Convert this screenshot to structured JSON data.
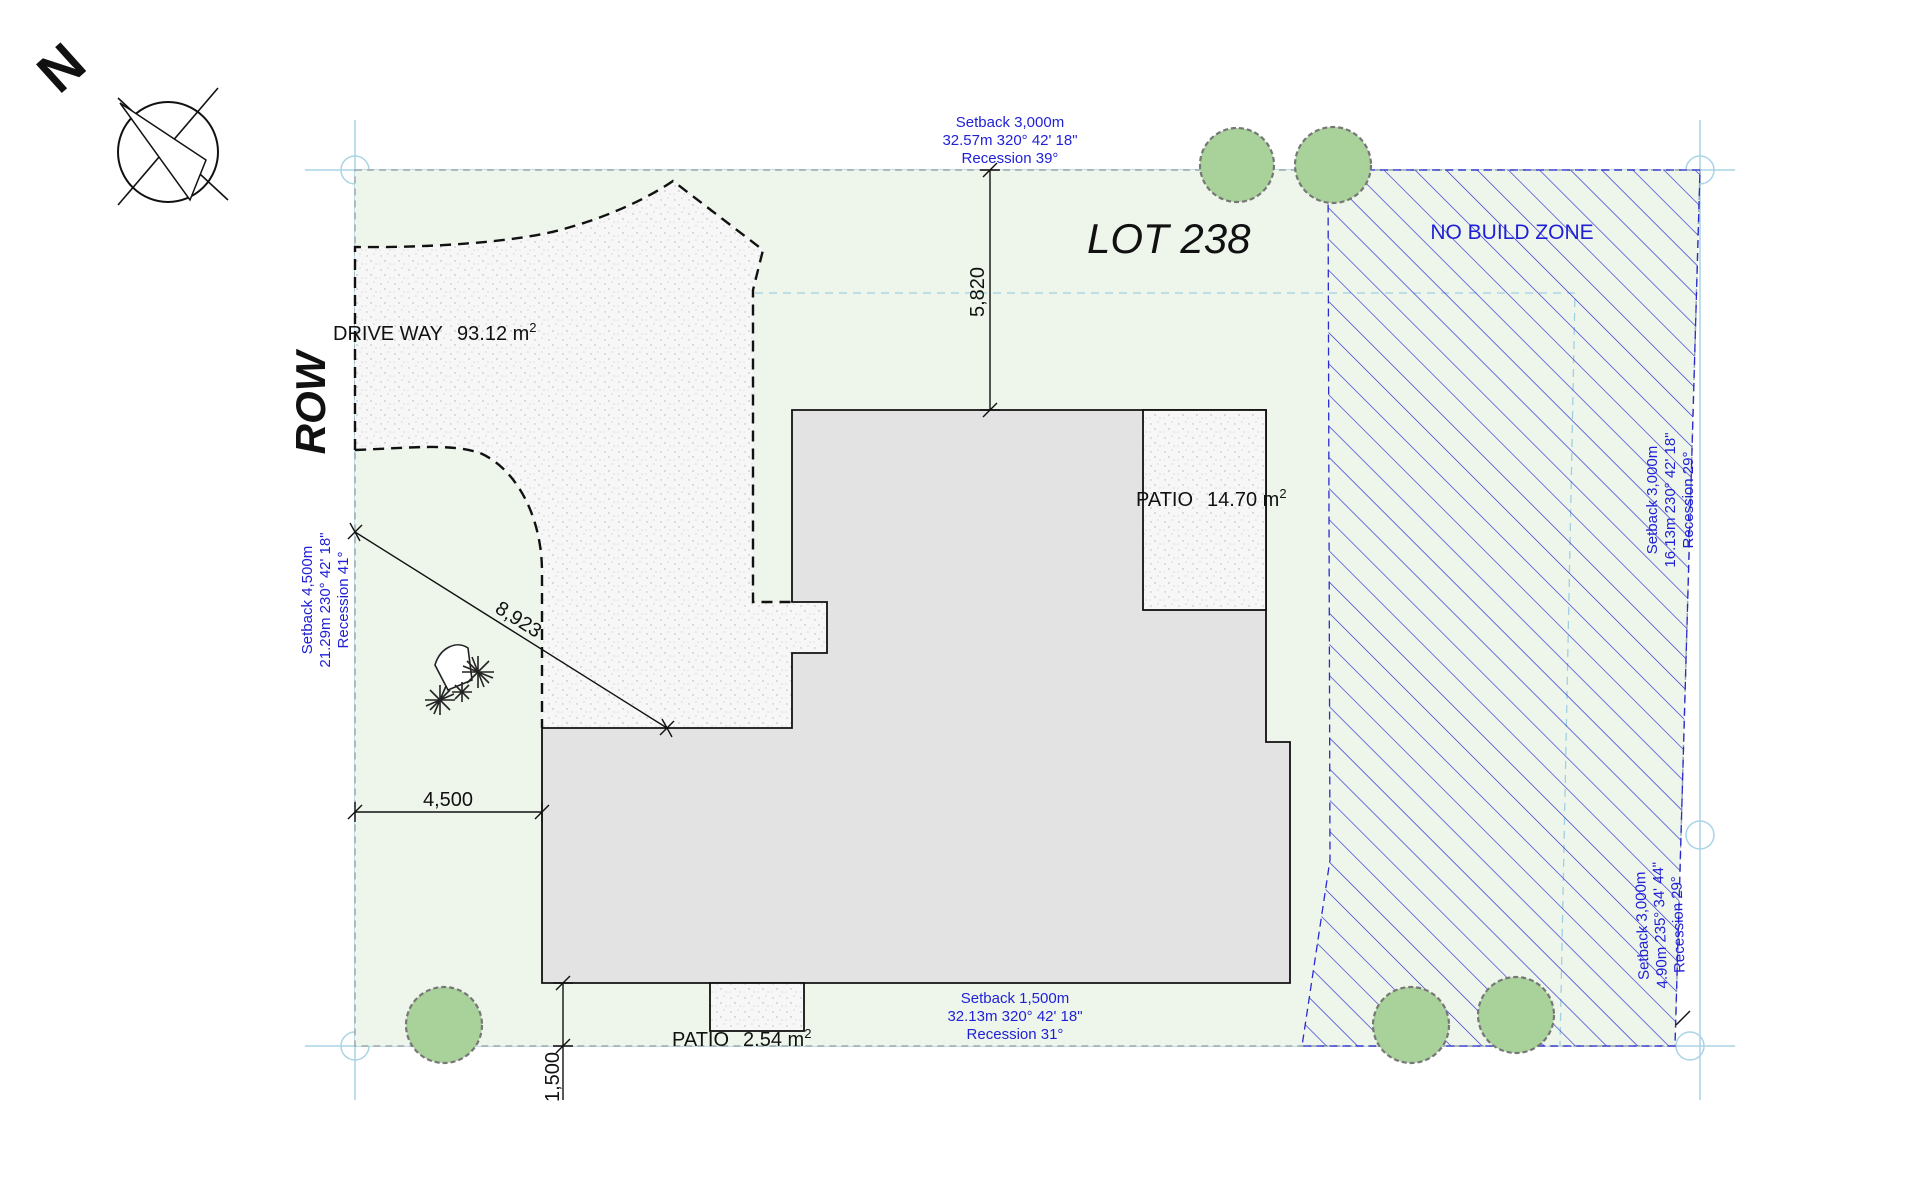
{
  "lot": {
    "title": "LOT 238"
  },
  "row_label": "ROW",
  "north_label": "N",
  "no_build_zone": {
    "label": "NO BUILD ZONE"
  },
  "areas": {
    "driveway": {
      "label": "DRIVE WAY",
      "area": "93.12 m",
      "unit_sup": "2"
    },
    "patio_east": {
      "label": "PATIO",
      "area": "14.70 m",
      "unit_sup": "2"
    },
    "patio_south": {
      "label": "PATIO",
      "area": "2.54 m",
      "unit_sup": "2"
    }
  },
  "dimensions": {
    "north": "5,820",
    "west": "4,500",
    "diagonal": "8,923",
    "south": "1,500"
  },
  "setbacks": {
    "north": {
      "line1": "Setback 3,000m",
      "line2": "32.57m 320° 42' 18\"",
      "line3": "Recession 39°"
    },
    "south": {
      "line1": "Setback 1,500m",
      "line2": "32.13m 320° 42' 18\"",
      "line3": "Recession 31°"
    },
    "west": {
      "line1": "Setback 4,500m",
      "line2": "21.29m 230° 42' 18\"",
      "line3": "Recession 41°"
    },
    "east_upper": {
      "line1": "Setback 3,000m",
      "line2": "16.13m 230° 42' 18\"",
      "line3": "Recession 29°"
    },
    "east_lower": {
      "line1": "Setback 3,000m",
      "line2": "4.90m 235° 34' 44\"",
      "line3": "Recession 29°"
    }
  },
  "colors": {
    "lot_fill": "#eef6ec",
    "house_fill": "#e3e3e3",
    "tree_fill": "#a9d29b",
    "setback_text": "#1f1fd6",
    "hatch": "#2a2ad0",
    "grid_line": "#a8d4e6"
  }
}
